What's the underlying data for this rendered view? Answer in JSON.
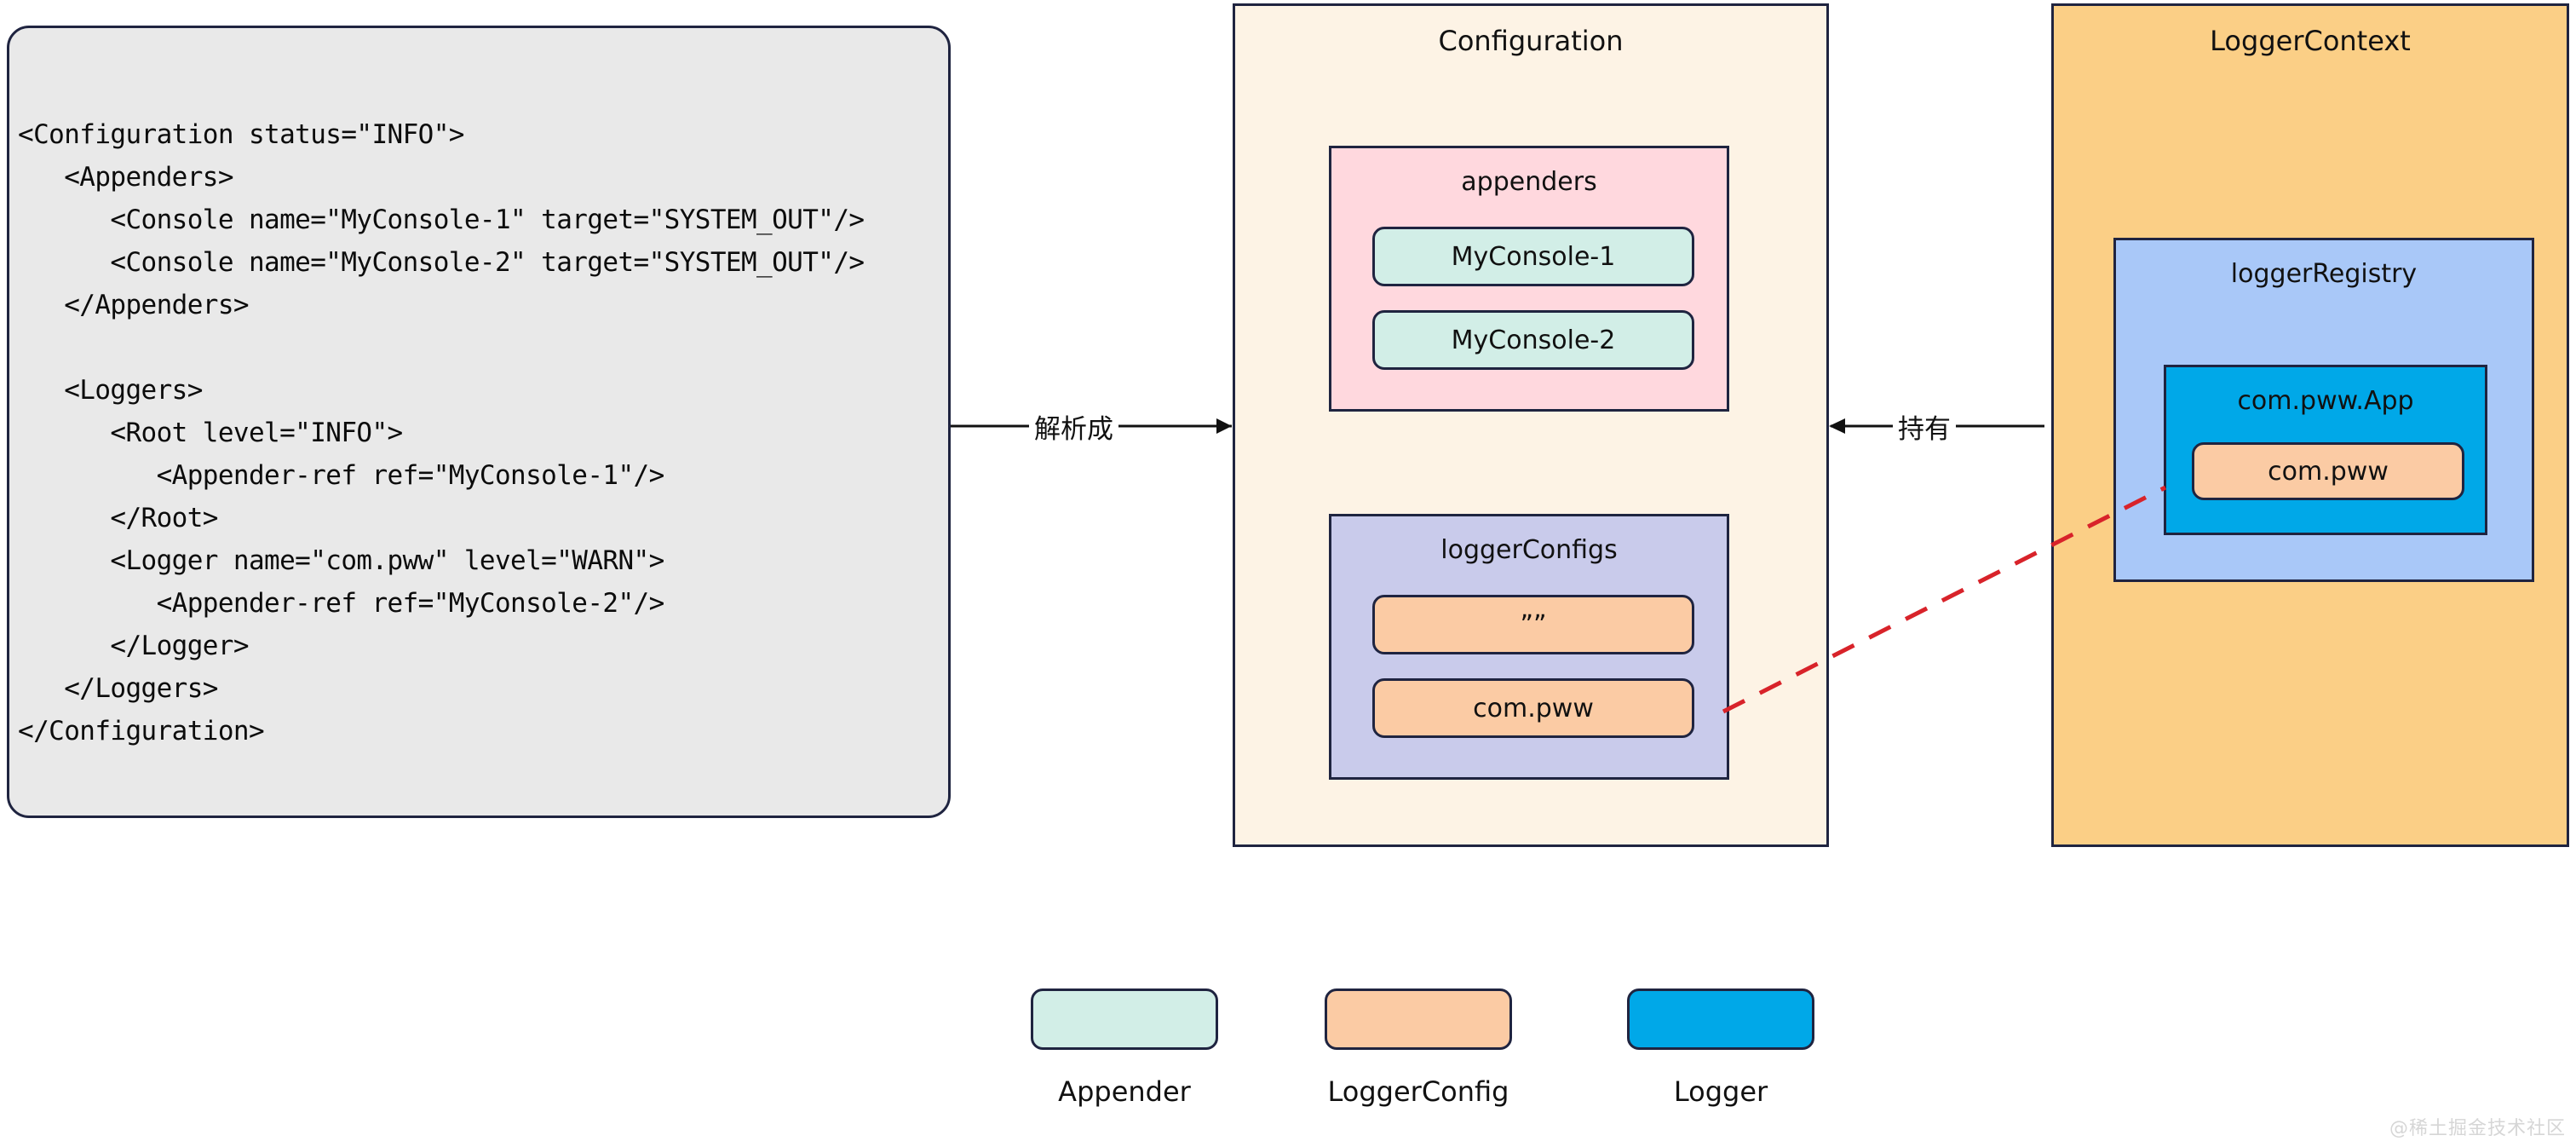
{
  "xml_panel": {
    "lines": [
      "<Configuration status=\"INFO\">",
      "   <Appenders>",
      "      <Console name=\"MyConsole-1\" target=\"SYSTEM_OUT\"/>",
      "      <Console name=\"MyConsole-2\" target=\"SYSTEM_OUT\"/>",
      "   </Appenders>",
      "",
      "   <Loggers>",
      "      <Root level=\"INFO\">",
      "         <Appender-ref ref=\"MyConsole-1\"/>",
      "      </Root>",
      "      <Logger name=\"com.pww\" level=\"WARN\">",
      "         <Appender-ref ref=\"MyConsole-2\"/>",
      "      </Logger>",
      "   </Loggers>",
      "</Configuration>"
    ]
  },
  "configuration": {
    "title": "Configuration",
    "appenders": {
      "title": "appenders",
      "items": [
        {
          "label": "MyConsole-1"
        },
        {
          "label": "MyConsole-2"
        }
      ]
    },
    "logger_configs": {
      "title": "loggerConfigs",
      "items": [
        {
          "label": "””"
        },
        {
          "label": "com.pww"
        }
      ]
    }
  },
  "logger_context": {
    "title": "LoggerContext",
    "logger_registry": {
      "title": "loggerRegistry",
      "logger": {
        "title": "com.pww.App",
        "logger_config": {
          "label": "com.pww"
        }
      }
    }
  },
  "arrows": [
    {
      "name": "parse-arrow",
      "label": "解析成"
    },
    {
      "name": "hold-arrow",
      "label": "持有"
    }
  ],
  "legend": {
    "items": [
      {
        "label": "Appender",
        "color": "#d2eee7"
      },
      {
        "label": "LoggerConfig",
        "color": "#fbcba4"
      },
      {
        "label": "Logger",
        "color": "#00a8e8"
      }
    ]
  },
  "watermark": {
    "text": "@稀土掘金技术社区"
  },
  "colors": {
    "border": "#1f2440",
    "configuration_bg": "#fdf3e5",
    "appenders_bg": "#ffd8de",
    "appender_bg": "#d2eee7",
    "logger_configs_bg": "#c9cbeb",
    "logger_config_bg": "#fbcba4",
    "logger_context_bg": "#fbcf86",
    "logger_registry_bg": "#a9c8f8",
    "logger_bg": "#00a8e8",
    "link_line": "#d8232a",
    "code_bg": "#e9e9e9"
  }
}
